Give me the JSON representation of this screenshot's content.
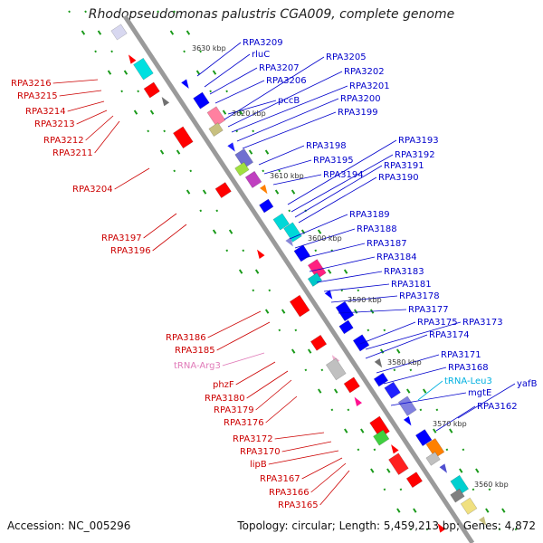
{
  "title": "Rhodopseudomonas palustris CGA009, complete genome",
  "footer": {
    "accession": "Accession: NC_005296",
    "topology": "Topology: circular; Length: 5,459,213 bp; Genes: 4,872"
  },
  "scale": [
    "3630 kbp",
    "3620 kbp",
    "3610 kbp",
    "3600 kbp",
    "3590 kbp",
    "3580 kbp",
    "3570 kbp",
    "3560 kbp"
  ],
  "colors": {
    "forward_label": "#cc0000",
    "reverse_label": "#0000cc",
    "forward_gene": "#ff0000",
    "reverse_gene": "#0000ff",
    "trna_forward": "#e07ab8",
    "trna_reverse": "#00b0e0",
    "backbone": "#9a9a9a",
    "ticks": "#1a9a1a"
  },
  "forward_genes": [
    "RPA3216",
    "RPA3215",
    "RPA3214",
    "RPA3213",
    "RPA3212",
    "RPA3211",
    "RPA3204",
    "RPA3197",
    "RPA3196",
    "RPA3186",
    "RPA3185",
    "tRNA-Arg3",
    "phzF",
    "RPA3180",
    "RPA3179",
    "RPA3176",
    "RPA3172",
    "RPA3170",
    "lipB",
    "RPA3167",
    "RPA3166",
    "RPA3165"
  ],
  "reverse_genes": [
    "RPA3209",
    "rluC",
    "RPA3207",
    "RPA3206",
    "RPA3205",
    "RPA3202",
    "RPA3201",
    "pccB",
    "RPA3200",
    "RPA3199",
    "RPA3198",
    "RPA3195",
    "RPA3193",
    "RPA3192",
    "RPA3191",
    "RPA3194",
    "RPA3190",
    "RPA3189",
    "RPA3188",
    "RPA3187",
    "RPA3184",
    "RPA3183",
    "RPA3181",
    "RPA3178",
    "RPA3177",
    "RPA3175",
    "RPA3173",
    "RPA3174",
    "RPA3171",
    "RPA3168",
    "tRNA-Leu3",
    "mgtE",
    "yafB",
    "RPA3162"
  ]
}
